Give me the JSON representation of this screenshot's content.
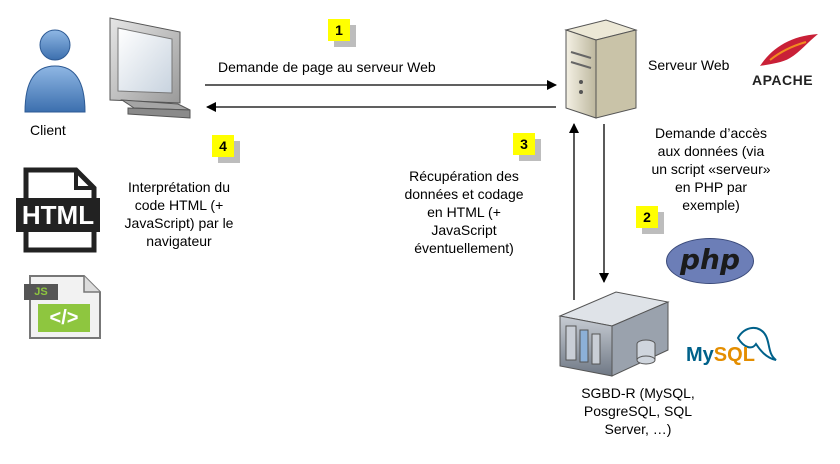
{
  "labels": {
    "client": "Client",
    "web_server": "Serveur Web",
    "request": "Demande de page au serveur Web",
    "step4_text": [
      "Interprétation du",
      "code HTML (+",
      "JavaScript) par le",
      "navigateur"
    ],
    "step3_text": [
      "Récupération des",
      "données et codage",
      "en HTML (+",
      "JavaScript",
      "éventuellement)"
    ],
    "step2_text": [
      "Demande d’accès",
      "aux données (via",
      "un script «serveur»",
      "en PHP par",
      "exemple)"
    ],
    "db_text": [
      "SGBD-R (MySQL,",
      "PosgreSQL, SQL",
      "Server, …)"
    ]
  },
  "badges": {
    "b1": "1",
    "b2": "2",
    "b3": "3",
    "b4": "4"
  },
  "logos": {
    "apache": "APACHE",
    "php": "php",
    "mysql_my": "My",
    "mysql_sql": "SQL",
    "html": "HTML",
    "js": "JS",
    "js_code": "</>"
  },
  "colors": {
    "badge": "#ffff00",
    "php_bg": "#6c7eb7",
    "mysql_blue": "#00618a",
    "mysql_orange": "#e48e00",
    "apache_red": "#c92037",
    "js_green": "#8ec63f"
  }
}
